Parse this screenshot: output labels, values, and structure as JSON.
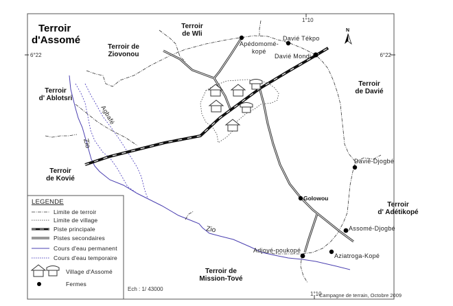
{
  "map": {
    "title_line1": "Terroir",
    "title_line2": "d'Assomé",
    "coords": {
      "lat_left": "6°22",
      "lat_right": "6°22",
      "lon_top": "1°10",
      "lon_bottom": "1°10"
    },
    "north_arrow": "N",
    "scale": "Ech : 1/ 43000",
    "source": "Campagne de terrain, Octobre 2009",
    "terroirs": [
      {
        "line1": "Terroir de",
        "line2": "Ziovonou"
      },
      {
        "line1": "Terroir",
        "line2": "de Wli"
      },
      {
        "line1": "Terroir",
        "line2": "de Davié"
      },
      {
        "line1": "Terroir",
        "line2": "d' Ablotsri"
      },
      {
        "line1": "Terroir",
        "line2": "de Kovié"
      },
      {
        "line1": "Terroir",
        "line2": "d' Adétikopé"
      },
      {
        "line1": "Terroir de",
        "line2": "Mission-Tové"
      }
    ],
    "villages": {
      "apedomome_1": "Apédomomé-",
      "apedomome_2": "kopé",
      "davie_tekpo": "Davié Tékpo",
      "davie_mondi": "Davié Mondi",
      "davie_djogbe": "Davié-Djogbé",
      "golowou": "Golowou",
      "assome_djogbe": "Assomé-Djogbé",
      "adjove_poukope": "Adjové-poukopé",
      "aziatroga_kope": "Aziatroga-Kopé"
    },
    "rivers": {
      "zio_1": "Zio",
      "zio_2": "Zio",
      "agbafe": "Agbafé"
    }
  },
  "legend": {
    "title": "LEGENDE",
    "items": [
      {
        "label": "Limite de terroir",
        "symbol": "dash-dot-line"
      },
      {
        "label": "Limite de village",
        "symbol": "dotted-line"
      },
      {
        "label": "Piste principale",
        "symbol": "thick-dashed-line"
      },
      {
        "label": "Pistes secondaires",
        "symbol": "double-line"
      },
      {
        "label": "Cours d'eau permanent",
        "symbol": "blue-line"
      },
      {
        "label": "Cours d'eau temporaire",
        "symbol": "blue-dotted-line"
      },
      {
        "label": "Village d'Assomé",
        "symbol": "house-icon"
      },
      {
        "label": "Fermes",
        "symbol": "dot-icon"
      }
    ]
  },
  "colors": {
    "river": "#4a3fb0",
    "frame": "#555555",
    "ink": "#111111"
  }
}
